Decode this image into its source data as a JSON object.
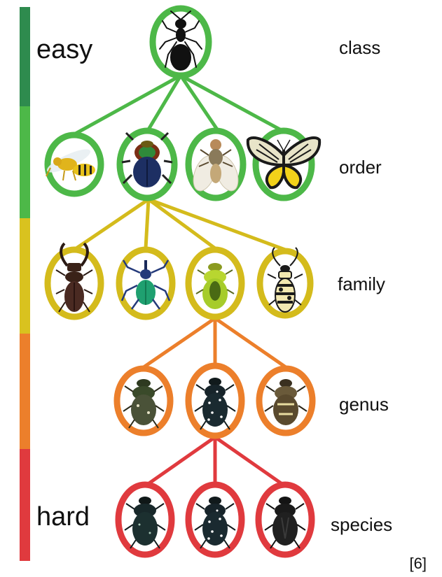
{
  "difficulty": {
    "easy_label": "easy",
    "hard_label": "hard",
    "colors": [
      "#2e8b4e",
      "#4db848",
      "#d9c21f",
      "#ec7f2b",
      "#e03a3e"
    ]
  },
  "levels": [
    {
      "label": "class",
      "color": "#4db848"
    },
    {
      "label": "order",
      "color": "#4db848"
    },
    {
      "label": "family",
      "color": "#d4bb1c"
    },
    {
      "label": "genus",
      "color": "#ec7f2b"
    },
    {
      "label": "species",
      "color": "#e03a3e"
    }
  ],
  "insects": {
    "class": [
      "ant-icon"
    ],
    "order": [
      "wasp-icon",
      "dung-beetle-icon",
      "fly-icon",
      "butterfly-icon"
    ],
    "family": [
      "stag-beetle-icon",
      "weevil-icon",
      "green-scarab-icon",
      "spotted-longhorn-icon"
    ],
    "genus": [
      "flower-chafer-icon",
      "spotted-chafer-icon",
      "brown-chafer-icon"
    ],
    "species": [
      "dark-chafer-icon",
      "white-spotted-chafer-icon",
      "black-chafer-icon"
    ]
  },
  "footer": {
    "marks": "[6]"
  }
}
